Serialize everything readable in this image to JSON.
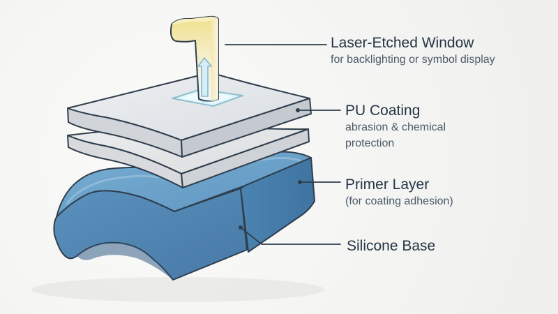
{
  "labels": {
    "laser": {
      "title": "Laser-Etched Window",
      "desc": "for backlighting or symbol display"
    },
    "pu": {
      "title": "PU Coating",
      "desc_line1": "abrasion & chemical",
      "desc_line2": "protection"
    },
    "primer": {
      "title": "Primer Layer",
      "desc": "(for coating adhesion)"
    },
    "silicone": {
      "title": "Silicone Base"
    }
  },
  "colors": {
    "silicone_front": "#4f87b5",
    "silicone_top": "#6fa3cb",
    "silicone_side": "#3f77a5",
    "primer_top": "#e6e7e8",
    "primer_edge": "#d6d8db",
    "pu_top": "#e2e4e7",
    "pu_edge": "#c8ccd1",
    "window_glow": "#d8f1f8",
    "light_pipe": "#f3e7a9",
    "outline": "#2f3e4d"
  },
  "icons": {
    "arrow": "arrow-up-icon"
  }
}
